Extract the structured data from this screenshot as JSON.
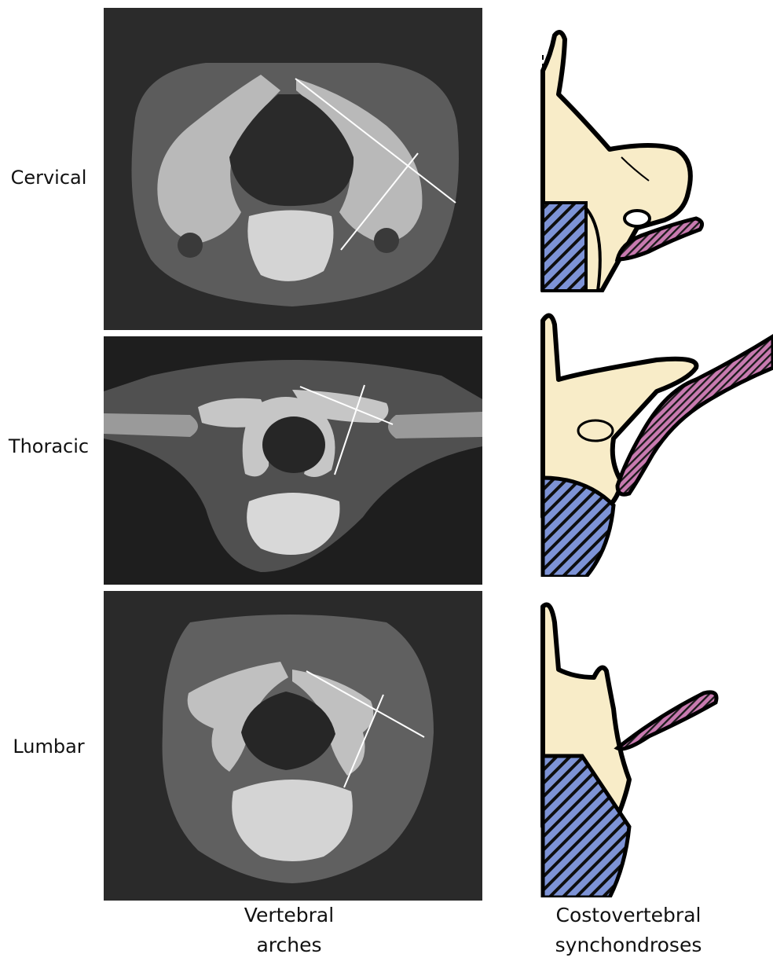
{
  "rows": {
    "cervical": "Cervical",
    "thoracic": "Thoracic",
    "lumbar": "Lumbar"
  },
  "columns": {
    "arches_line1": "Vertebral",
    "arches_line2": "arches",
    "synch_line1": "Costovertebral",
    "synch_line2": "synchondroses"
  },
  "colors": {
    "bone_fill": "#f8ecc8",
    "body_hatch": "#7d93d6",
    "rib_hatch": "#c87ab0"
  }
}
